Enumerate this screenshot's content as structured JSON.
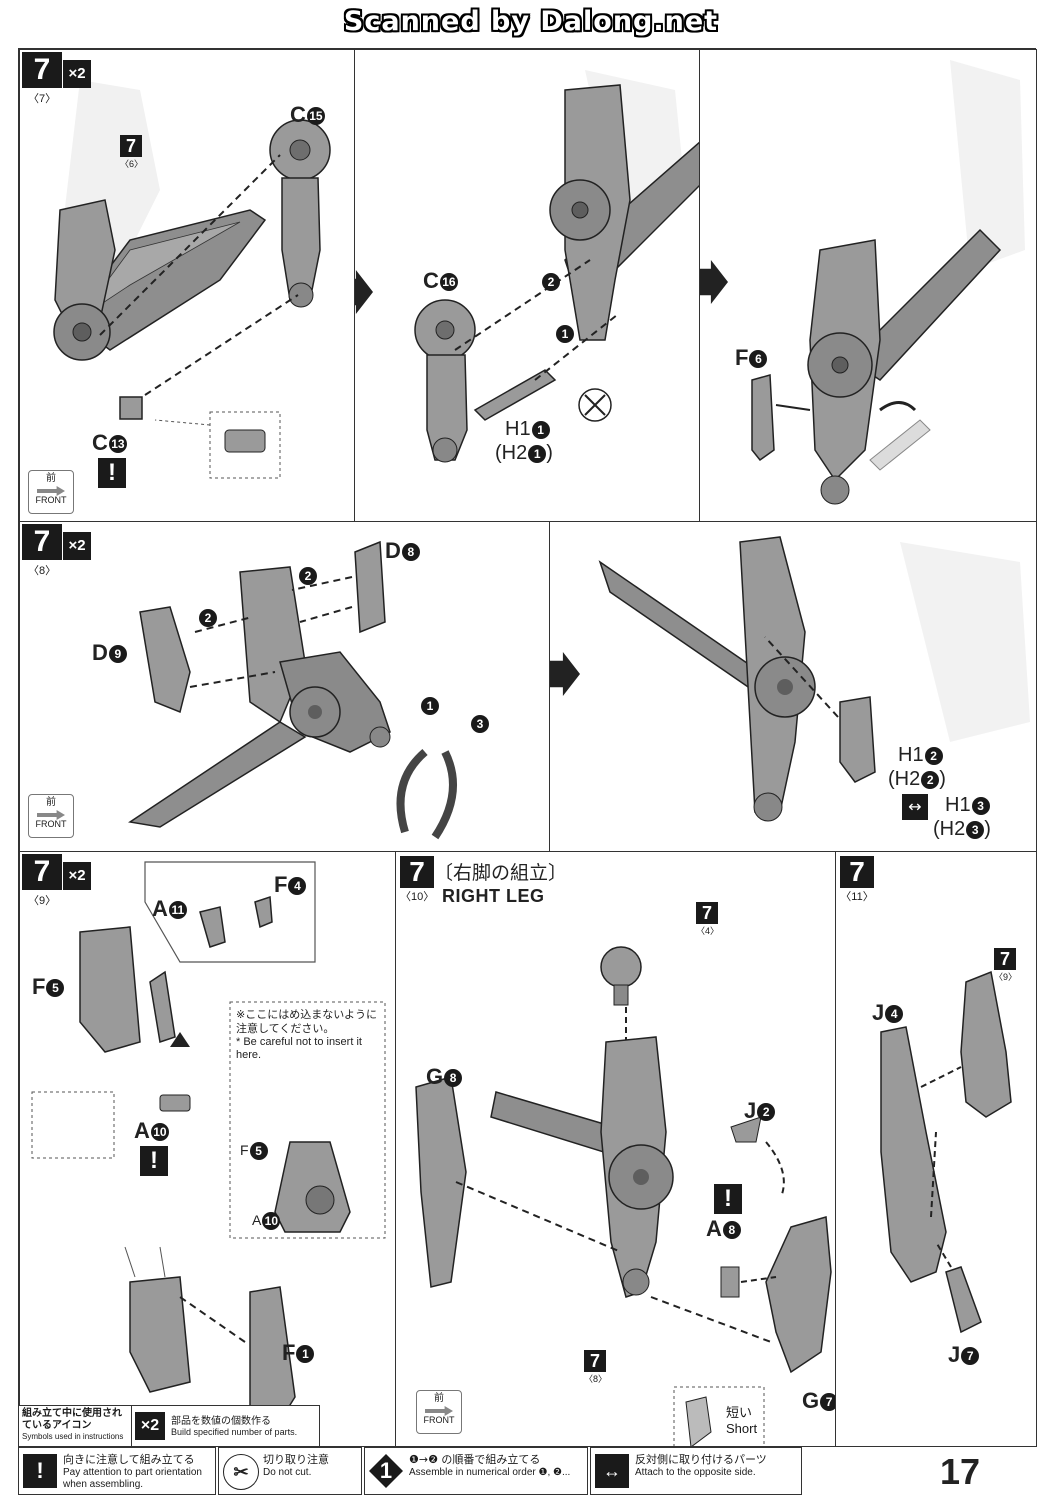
{
  "watermark": "Scanned by Dalong.net",
  "page_number": "17",
  "front_label": {
    "jp": "前",
    "en": "FRONT"
  },
  "panels": {
    "p7_7": {
      "step": "7",
      "sub": "7",
      "mult": "×2",
      "ref": {
        "num": "7",
        "sub": "6"
      },
      "labels": {
        "c15": "C",
        "c15n": "15",
        "c13": "C",
        "c13n": "13"
      }
    },
    "p7_7b": {
      "labels": {
        "c16": "C",
        "c16n": "16",
        "h1": "H1",
        "h1n": "1",
        "h2": "(H2",
        "h2n": "1",
        "close": ")",
        "a1": "1",
        "a2": "2"
      }
    },
    "p7_7c": {
      "labels": {
        "f6": "F",
        "f6n": "6"
      }
    },
    "p7_8": {
      "step": "7",
      "sub": "8",
      "mult": "×2",
      "labels": {
        "d8": "D",
        "d8n": "8",
        "d9": "D",
        "d9n": "9",
        "s1": "1",
        "s2": "2",
        "s3": "3"
      }
    },
    "p7_8b": {
      "labels": {
        "h1": "H1",
        "h1n": "2",
        "h2": "(H2",
        "h2n": "2",
        "close": ")",
        "h1b": "H1",
        "h1bn": "3",
        "h2b": "(H2",
        "h2bn": "3"
      }
    },
    "p7_9": {
      "step": "7",
      "sub": "9",
      "mult": "×2",
      "labels": {
        "a11": "A",
        "a11n": "11",
        "f4": "F",
        "f4n": "4",
        "f5": "F",
        "f5n": "5",
        "a10": "A",
        "a10n": "10",
        "f1": "F",
        "f1n": "1"
      },
      "note": {
        "jp": "※ここにはめ込まないように注意してください。",
        "en": "* Be careful not to insert it here.",
        "f5": "F",
        "f5n": "5",
        "a10": "A",
        "a10n": "10"
      }
    },
    "p7_10": {
      "step": "7",
      "sub": "10",
      "title_jp": "〔右脚の組立〕",
      "title_en": "RIGHT LEG",
      "ref4": {
        "num": "7",
        "sub": "4"
      },
      "ref8": {
        "num": "7",
        "sub": "8"
      },
      "labels": {
        "g8": "G",
        "g8n": "8",
        "j2": "J",
        "j2n": "2",
        "a8": "A",
        "a8n": "8",
        "g7": "G",
        "g7n": "7"
      },
      "short": {
        "jp": "短い",
        "en": "Short"
      }
    },
    "p7_11": {
      "step": "7",
      "sub": "11",
      "ref9": {
        "num": "7",
        "sub": "9"
      },
      "labels": {
        "j4": "J",
        "j4n": "4",
        "j7": "J",
        "j7n": "7"
      }
    }
  },
  "legend": {
    "title_jp": "組み立て中に使用されているアイコン",
    "title_en": "Symbols used in instructions",
    "mult": {
      "icon": "×2",
      "jp": "部品を数値の個数作る",
      "en": "Build specified number of parts."
    },
    "items": [
      {
        "icon": "!",
        "jp": "向きに注意して組み立てる",
        "en": "Pay attention to part orientation when assembling."
      },
      {
        "icon": "✂",
        "jp": "切り取り注意",
        "en": "Do not cut."
      },
      {
        "icon": "1",
        "jp": "❶→❷ の順番で組み立てる",
        "en": "Assemble in numerical order ❶, ❷..."
      },
      {
        "icon": "↔",
        "jp": "反対側に取り付けるパーツ",
        "en": "Attach to the opposite side."
      }
    ]
  },
  "colors": {
    "part_fill": "#9a9a9a",
    "part_dark": "#6e6e6e",
    "outline": "#222222",
    "ghost": "#ececec"
  }
}
